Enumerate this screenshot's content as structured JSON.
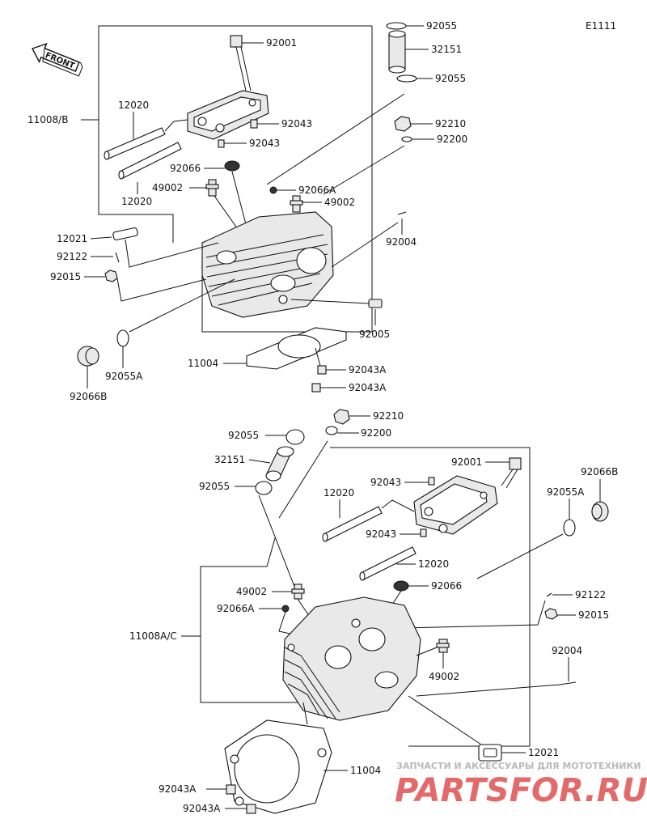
{
  "diagram_code": "E1111",
  "front_marker": "FRONT",
  "upper_assembly": {
    "labels": {
      "p92055_top": "92055",
      "p32151": "32151",
      "p92055_bot": "92055",
      "p92001": "92001",
      "p12020_a": "12020",
      "p11008B": "11008/B",
      "p92043_a": "92043",
      "p92043_b": "92043",
      "p92210": "92210",
      "p92200": "92200",
      "p92066": "92066",
      "p12020_b": "12020",
      "p49002_a": "49002",
      "p92066A": "92066A",
      "p49002_b": "49002",
      "p12021": "12021",
      "p92004": "92004",
      "p92122": "92122",
      "p92015": "92015",
      "p92005": "92005",
      "p92055A": "92055A",
      "p92066B": "92066B",
      "p11004": "11004",
      "p92043A_a": "92043A",
      "p92043A_b": "92043A"
    }
  },
  "lower_assembly": {
    "labels": {
      "p92210": "92210",
      "p92200": "92200",
      "p92055_top": "92055",
      "p32151": "32151",
      "p92055_bot": "92055",
      "p92001": "92001",
      "p92066B": "92066B",
      "p92043_a": "92043",
      "p12020_a": "12020",
      "p92055A": "92055A",
      "p92043_b": "92043",
      "p12020_b": "12020",
      "p49002_a": "49002",
      "p92066": "92066",
      "p92066A": "92066A",
      "p92122": "92122",
      "p92015": "92015",
      "p11008AC": "11008A/C",
      "p92004": "92004",
      "p49002_b": "49002",
      "p12021": "12021",
      "p11004": "11004",
      "p92043A_a": "92043A",
      "p92043A_b": "92043A"
    }
  },
  "watermark": {
    "tagline": "ЗАПЧАСТИ И АКСЕССУАРЫ ДЛЯ МОТОТЕХНИКИ",
    "brand": "PARTSFOR.RU"
  }
}
